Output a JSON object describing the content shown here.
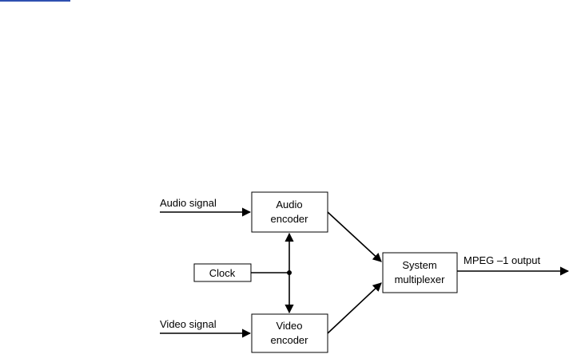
{
  "diagram": {
    "inputs": {
      "audio_signal": "Audio signal",
      "video_signal": "Video signal"
    },
    "blocks": {
      "audio_encoder": [
        "Audio",
        "encoder"
      ],
      "video_encoder": [
        "Video",
        "encoder"
      ],
      "clock": "Clock",
      "system_multiplexer": [
        "System",
        "multiplexer"
      ]
    },
    "output": "MPEG –1 output"
  },
  "colors": {
    "line": "#000000",
    "top_link": "#2e4fb0"
  }
}
